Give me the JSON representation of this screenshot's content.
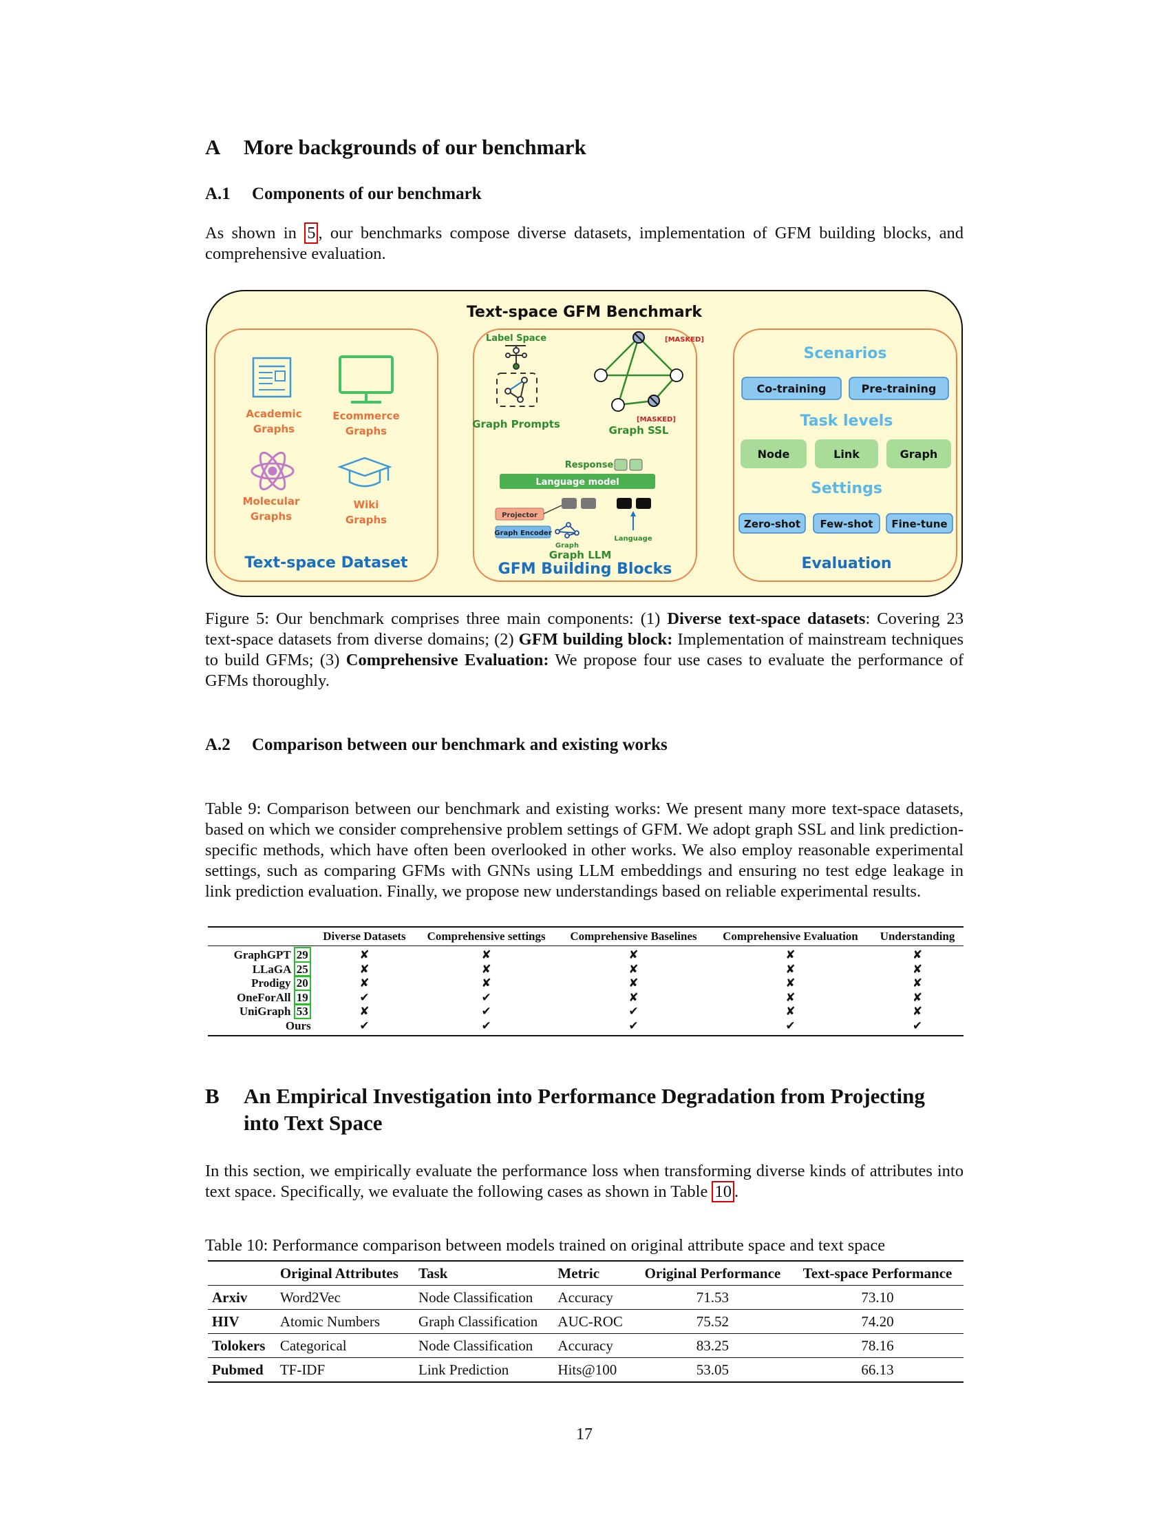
{
  "section_a": {
    "num": "A",
    "title": "More backgrounds of our benchmark"
  },
  "a1": {
    "num": "A.1",
    "title": "Components of our benchmark",
    "text_before": "As shown in ",
    "ref": "5",
    "text_after": ", our benchmarks compose diverse datasets, implementation of GFM building blocks, and comprehensive evaluation."
  },
  "figure": {
    "title": "Text-space GFM Benchmark",
    "dataset_panel": {
      "label": "Text-space Dataset",
      "items": [
        {
          "line1": "Academic",
          "line2": "Graphs",
          "icon": "newspaper-icon"
        },
        {
          "line1": "Ecommerce",
          "line2": "Graphs",
          "icon": "monitor-icon"
        },
        {
          "line1": "Molecular",
          "line2": "Graphs",
          "icon": "atom-icon"
        },
        {
          "line1": "Wiki",
          "line2": "Graphs",
          "icon": "graduation-cap-icon"
        }
      ]
    },
    "blocks_panel": {
      "label": "GFM Building Blocks",
      "label_space": "Label Space",
      "masked1": "[MASKED]",
      "masked2": "[MASKED]",
      "graph_prompts": "Graph Prompts",
      "graph_ssl": "Graph SSL",
      "response": "Response",
      "language_model": "Language model",
      "projector": "Projector",
      "graph_encoder": "Graph Encoder",
      "graph": "Graph",
      "language": "Language",
      "graph_llm": "Graph LLM"
    },
    "eval_panel": {
      "label": "Evaluation",
      "scenarios_title": "Scenarios",
      "scenarios": [
        "Co-training",
        "Pre-training"
      ],
      "task_levels_title": "Task levels",
      "task_levels": [
        "Node",
        "Link",
        "Graph"
      ],
      "settings_title": "Settings",
      "settings": [
        "Zero-shot",
        "Few-shot",
        "Fine-tune"
      ]
    },
    "colors": {
      "outer_fill": "#fdf9d3",
      "panel_border": "#e8854a",
      "blue_label": "#1a6fbf",
      "green_text": "#2e8b2e",
      "light_blue": "#5bb8e6"
    }
  },
  "figure_caption": {
    "prefix": "Figure 5: Our benchmark comprises three main components: (1) ",
    "b1": "Diverse text-space datasets",
    "t1": ": Covering 23 text-space datasets from diverse domains; (2) ",
    "b2": "GFM building block:",
    "t2": " Implementation of mainstream techniques to build GFMs; (3) ",
    "b3": "Comprehensive Evaluation:",
    "t3": " We propose four use cases to evaluate the performance of GFMs thoroughly."
  },
  "a2": {
    "num": "A.2",
    "title": "Comparison between our benchmark and existing works"
  },
  "table9": {
    "caption": "Table 9: Comparison between our benchmark and existing works: We present many more text-space datasets, based on which we consider comprehensive problem settings of GFM. We adopt graph SSL and link prediction-specific methods, which have often been overlooked in other works. We also employ reasonable experimental settings, such as comparing GFMs with GNNs using LLM embeddings and ensuring no test edge leakage in link prediction evaluation. Finally, we propose new understandings based on reliable experimental results.",
    "headers": [
      "",
      "Diverse Datasets",
      "Comprehensive settings",
      "Comprehensive Baselines",
      "Comprehensive Evaluation",
      "Understanding"
    ],
    "rows": [
      {
        "name": "GraphGPT",
        "ref": "29",
        "cells": [
          "✘",
          "✘",
          "✘",
          "✘",
          "✘"
        ]
      },
      {
        "name": "LLaGA",
        "ref": "25",
        "cells": [
          "✘",
          "✘",
          "✘",
          "✘",
          "✘"
        ]
      },
      {
        "name": "Prodigy",
        "ref": "20",
        "cells": [
          "✘",
          "✘",
          "✘",
          "✘",
          "✘"
        ]
      },
      {
        "name": "OneForAll",
        "ref": "19",
        "cells": [
          "✔",
          "✔",
          "✘",
          "✘",
          "✘"
        ]
      },
      {
        "name": "UniGraph",
        "ref": "53",
        "cells": [
          "✘",
          "✔",
          "✔",
          "✘",
          "✘"
        ]
      },
      {
        "name": "Ours",
        "ref": "",
        "cells": [
          "✔",
          "✔",
          "✔",
          "✔",
          "✔"
        ]
      }
    ]
  },
  "section_b": {
    "num": "B",
    "title_line1": "An Empirical Investigation into Performance Degradation from Projecting",
    "title_line2": "into Text Space",
    "text_before": "In this section, we empirically evaluate the performance loss when transforming diverse kinds of attributes into text space. Specifically, we evaluate the following cases as shown in Table ",
    "ref": "10",
    "text_after": "."
  },
  "table10": {
    "caption": "Table 10: Performance comparison between models trained on original attribute space and text space",
    "headers": [
      "",
      "Original Attributes",
      "Task",
      "Metric",
      "Original Performance",
      "Text-space Performance"
    ],
    "rows": [
      [
        "Arxiv",
        "Word2Vec",
        "Node Classification",
        "Accuracy",
        "71.53",
        "73.10"
      ],
      [
        "HIV",
        "Atomic Numbers",
        "Graph Classification",
        "AUC-ROC",
        "75.52",
        "74.20"
      ],
      [
        "Tolokers",
        "Categorical",
        "Node Classification",
        "Accuracy",
        "83.25",
        "78.16"
      ],
      [
        "Pubmed",
        "TF-IDF",
        "Link Prediction",
        "Hits@100",
        "53.05",
        "66.13"
      ]
    ]
  },
  "page_number": "17"
}
